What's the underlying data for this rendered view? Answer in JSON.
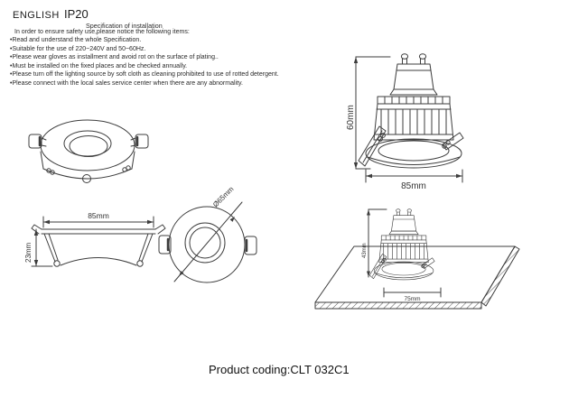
{
  "header": {
    "language_label": "ENGLISH",
    "ip_rating": "IP20"
  },
  "instructions": {
    "title": "Specification of installation",
    "intro": "In order to ensure safety use,please notice the following items:",
    "items": [
      "•Read and understand the whole Specification.",
      "•Suitable for the use of 220~240V and 50~60Hz.",
      "•Please wear gloves as installment and avoid rot on the surface of plating..",
      "•Must be installed on the fixed places and be checked annually.",
      "•Please turn off the lighting source by soft cloth as cleaning prohibited to use of rotted detergent.",
      "•Please connect with the local sales service center when there are any abnormality."
    ]
  },
  "dimensions": {
    "assembled_height": "60mm",
    "assembled_width": "85mm",
    "trim_width": "85mm",
    "trim_height": "23mm",
    "top_view_diameter": "Ø65mm",
    "recess_depth": "43mm",
    "cutout_width": "75mm"
  },
  "footer": {
    "product_coding": "Product coding:CLT 032C1"
  },
  "colors": {
    "line": "#3d3d3d",
    "text": "#222222",
    "background": "#ffffff"
  }
}
